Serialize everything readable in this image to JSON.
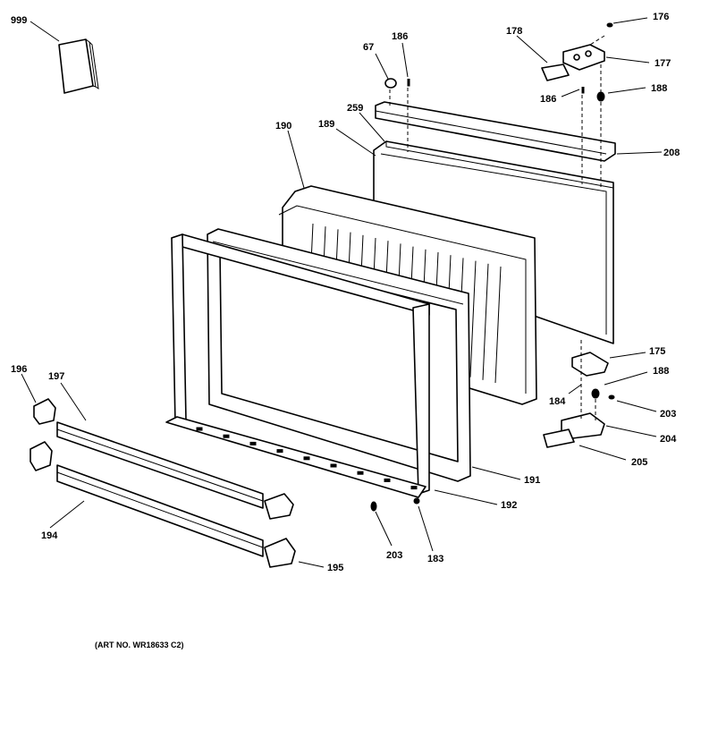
{
  "callouts": {
    "c999": "999",
    "c67": "67",
    "c186a": "186",
    "c178": "178",
    "c176": "176",
    "c177": "177",
    "c186b": "186",
    "c188a": "188",
    "c259": "259",
    "c189": "189",
    "c190": "190",
    "c208": "208",
    "c175": "175",
    "c188b": "188",
    "c184": "184",
    "c203a": "203",
    "c204": "204",
    "c205": "205",
    "c191": "191",
    "c192": "192",
    "c196": "196",
    "c197": "197",
    "c194": "194",
    "c195": "195",
    "c203b": "203",
    "c183": "183"
  },
  "art_number": "(ART NO. WR18633 C2)"
}
